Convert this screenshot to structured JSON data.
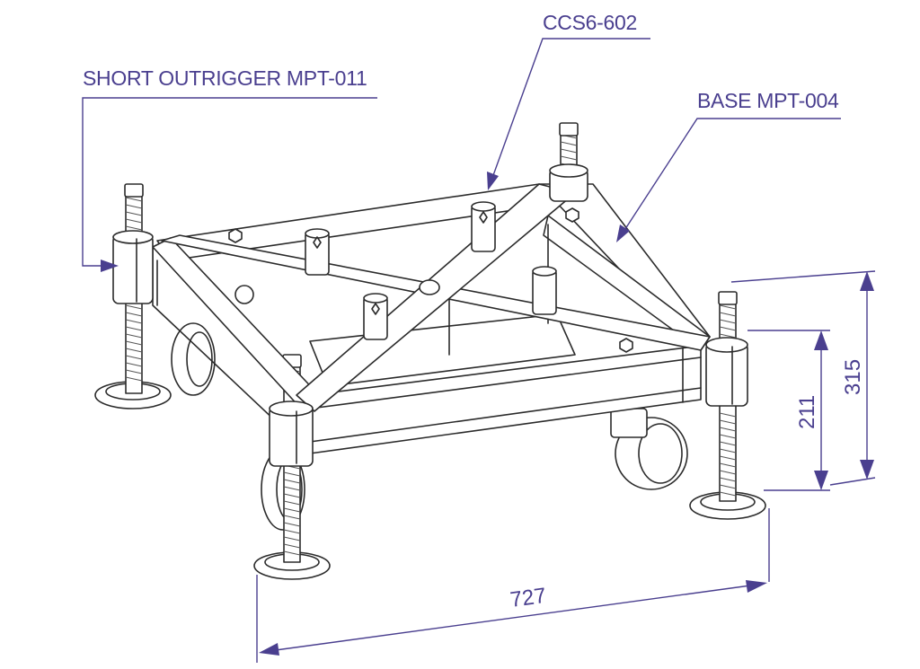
{
  "callouts": {
    "short_outrigger": "SHORT OUTRIGGER MPT-011",
    "ccs6": "CCS6-602",
    "base": "BASE MPT-004"
  },
  "dimensions": {
    "width": "727",
    "height_low": "211",
    "height_high": "315"
  },
  "colors": {
    "annotation": "#4a3f8f",
    "line_art": "#2b2b2b",
    "background": "#ffffff"
  }
}
